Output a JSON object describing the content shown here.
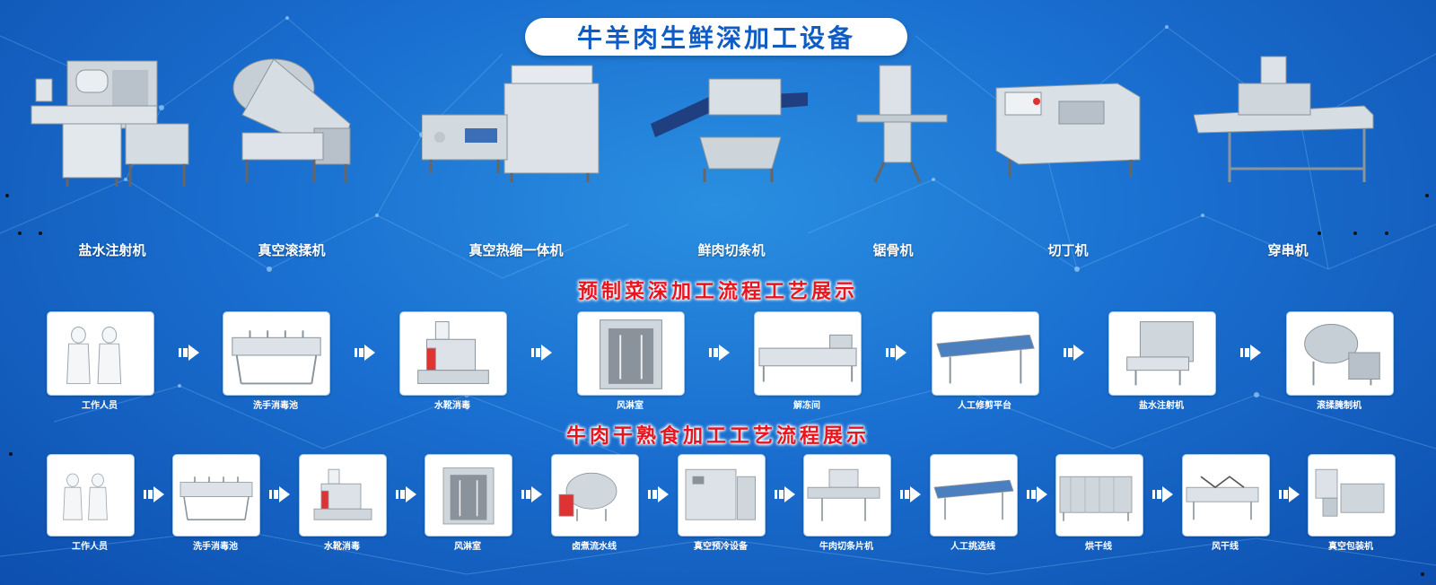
{
  "poster": {
    "title": "牛羊肉生鲜深加工设备",
    "machines": [
      {
        "label": "盐水注射机",
        "icon": "brine-injector-icon"
      },
      {
        "label": "真空滚揉机",
        "icon": "vacuum-tumbler-icon"
      },
      {
        "label": "真空热缩一体机",
        "icon": "vacuum-shrink-machine-icon"
      },
      {
        "label": "鲜肉切条机",
        "icon": "meat-strip-cutter-icon"
      },
      {
        "label": "锯骨机",
        "icon": "bone-saw-icon"
      },
      {
        "label": "切丁机",
        "icon": "dicer-icon"
      },
      {
        "label": "穿串机",
        "icon": "skewer-machine-icon"
      }
    ],
    "flow1": {
      "title": "预制菜深加工流程工艺展示",
      "steps": [
        {
          "label": "工作人员",
          "icon": "workers-icon"
        },
        {
          "label": "洗手消毒池",
          "icon": "hand-wash-sink-icon"
        },
        {
          "label": "水靴消毒",
          "icon": "boot-washer-icon"
        },
        {
          "label": "风淋室",
          "icon": "air-shower-icon"
        },
        {
          "label": "解冻间",
          "icon": "thawing-line-icon"
        },
        {
          "label": "人工修剪平台",
          "icon": "trimming-table-icon"
        },
        {
          "label": "盐水注射机",
          "icon": "brine-injector-icon"
        },
        {
          "label": "滚揉腌制机",
          "icon": "vacuum-tumbler-icon"
        }
      ]
    },
    "flow2": {
      "title": "牛肉干熟食加工工艺流程展示",
      "steps": [
        {
          "label": "工作人员",
          "icon": "workers-icon"
        },
        {
          "label": "洗手消毒池",
          "icon": "hand-wash-sink-icon"
        },
        {
          "label": "水靴消毒",
          "icon": "boot-washer-icon"
        },
        {
          "label": "风淋室",
          "icon": "air-shower-icon"
        },
        {
          "label": "卤煮流水线",
          "icon": "cooking-kettle-icon"
        },
        {
          "label": "真空预冷设备",
          "icon": "vacuum-precooler-icon"
        },
        {
          "label": "牛肉切条片机",
          "icon": "beef-slicer-icon"
        },
        {
          "label": "人工挑选线",
          "icon": "sorting-table-icon"
        },
        {
          "label": "烘干线",
          "icon": "dryer-icon"
        },
        {
          "label": "风干线",
          "icon": "air-dryer-icon"
        },
        {
          "label": "真空包装机",
          "icon": "vacuum-packer-icon"
        }
      ]
    },
    "colors": {
      "background": "#1a6fd0",
      "title_text": "#0f5cc4",
      "section_title": "#e8141e",
      "arrow": "#ffffff"
    }
  }
}
